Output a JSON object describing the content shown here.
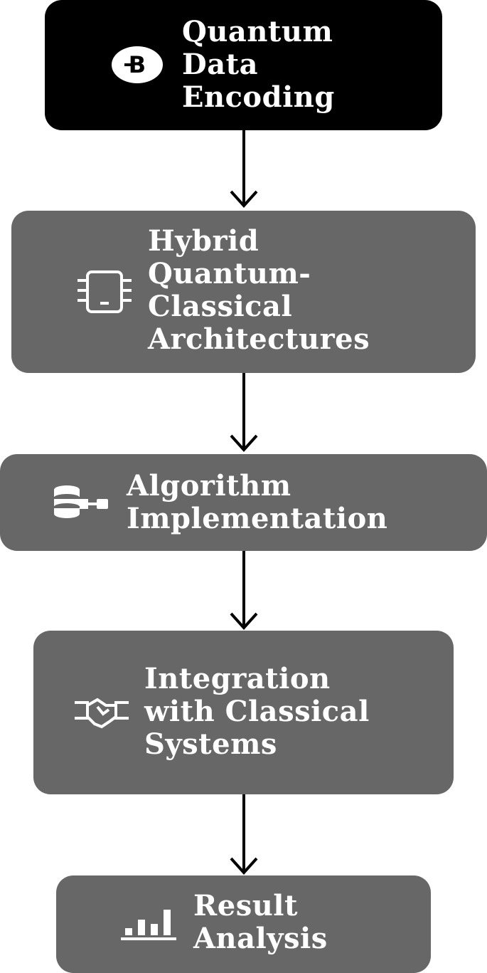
{
  "steps": [
    {
      "id": "quantum-data-encoding",
      "lines": [
        "Quantum",
        "Data",
        "Encoding"
      ],
      "icon": "bitcoin-b-icon"
    },
    {
      "id": "hybrid-architectures",
      "lines": [
        "Hybrid",
        "Quantum-",
        "Classical",
        "Architectures"
      ],
      "icon": "chip-icon"
    },
    {
      "id": "algorithm-implementation",
      "lines": [
        "Algorithm",
        "Implementation"
      ],
      "icon": "database-connect-icon"
    },
    {
      "id": "integration",
      "lines": [
        "Integration",
        "with Classical",
        "Systems"
      ],
      "icon": "handshake-icon"
    },
    {
      "id": "result-analysis",
      "lines": [
        "Result",
        "Analysis"
      ],
      "icon": "bar-chart-icon"
    }
  ],
  "colors": {
    "first_box": "#000000",
    "other_boxes": "#676767",
    "text": "#ffffff",
    "arrow": "#000000"
  }
}
